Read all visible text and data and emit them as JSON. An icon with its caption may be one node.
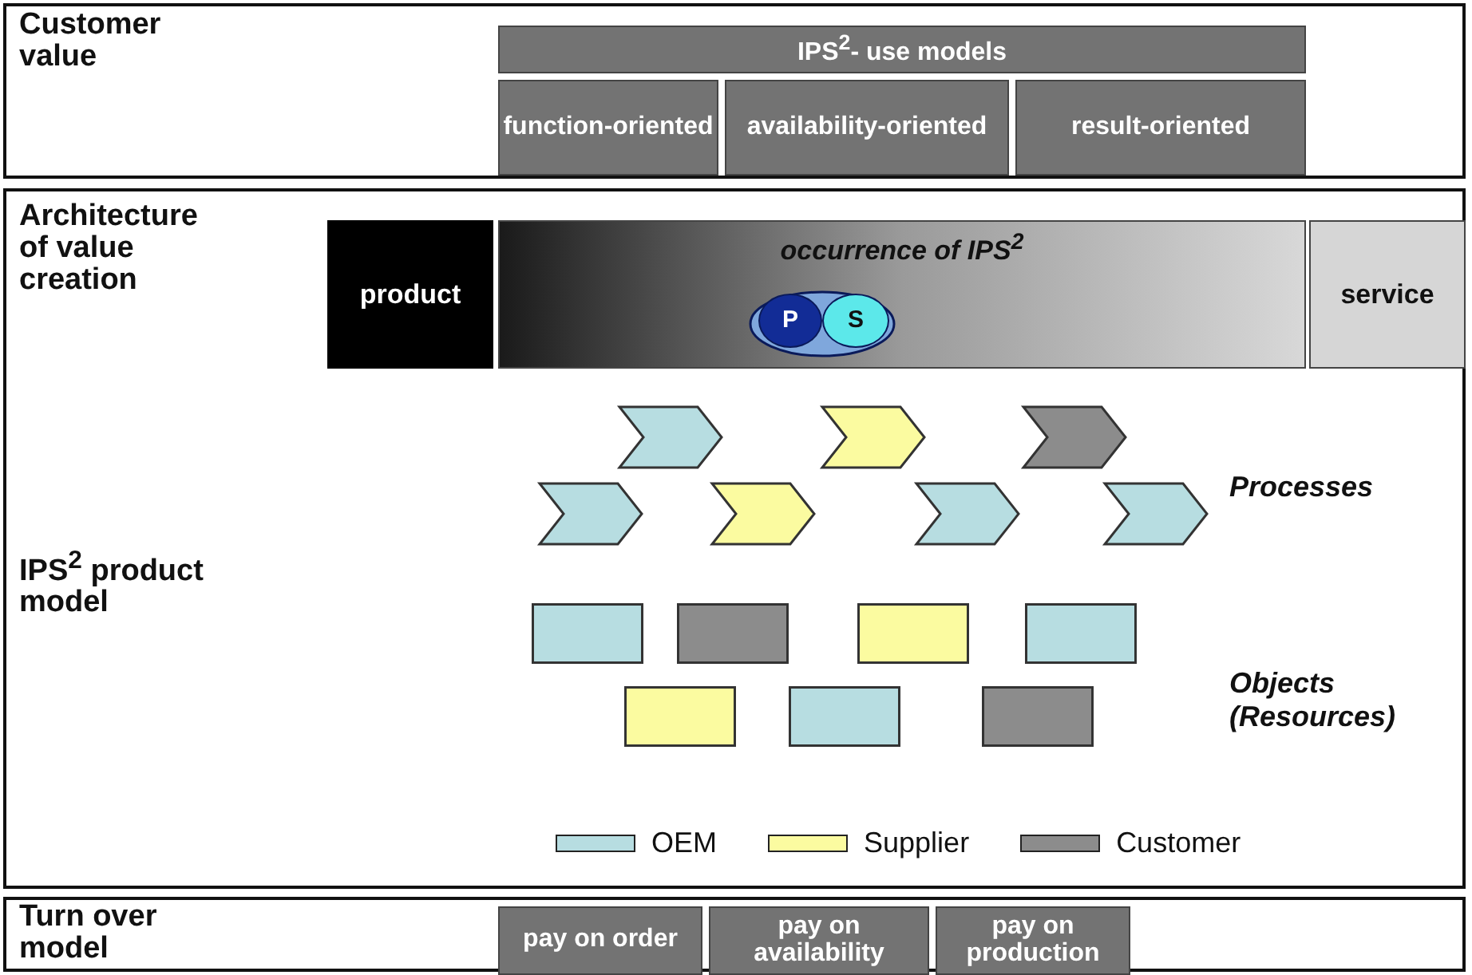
{
  "diagram": {
    "nodes": [
      {
        "text": [
          "Customer value"
        ]
      },
      {
        "text": [
          "IPS$^{2}$- use models"
        ],
        "in": 0
      },
      {
        "text": [
          "function-oriented"
        ],
        "in": 0
      },
      {
        "text": [
          "availability-oriented"
        ],
        "in": 0
      },
      {
        "text": [
          "result-oriented"
        ],
        "in": 0
      },
      {
        "text": [
          "Architecture of value creation",
          "IPS$^{2}$ product model"
        ]
      },
      {
        "text": [
          "product"
        ],
        "in": 5
      },
      {
        "text": [
          "occurrence of IPS$^{2}$"
        ],
        "in": 5
      },
      {
        "text": [
          "P"
        ],
        "in": 7
      },
      {
        "text": [
          "S"
        ],
        "in": 7
      },
      {
        "text": [
          "service"
        ],
        "in": 5
      },
      {
        "text": [],
        "shape": "chevron",
        "in": 5
      },
      {
        "text": [],
        "shape": "chevron",
        "in": 5
      },
      {
        "text": [],
        "shape": "chevron",
        "in": 5
      },
      {
        "text": [],
        "shape": "chevron",
        "in": 5
      },
      {
        "text": [],
        "shape": "chevron",
        "in": 5
      },
      {
        "text": [],
        "shape": "chevron",
        "in": 5
      },
      {
        "text": [],
        "shape": "chevron",
        "in": 5
      },
      {
        "text": [],
        "shape": "box",
        "in": 5
      },
      {
        "text": [],
        "shape": "box",
        "in": 5
      },
      {
        "text": [],
        "shape": "box",
        "in": 5
      },
      {
        "text": [],
        "shape": "box",
        "in": 5
      },
      {
        "text": [],
        "shape": "box",
        "in": 5
      },
      {
        "text": [],
        "shape": "box",
        "in": 5
      },
      {
        "text": [],
        "shape": "box",
        "in": 5
      },
      {
        "text": [
          "Turn over model"
        ]
      },
      {
        "text": [
          "pay on order"
        ],
        "in": 25
      },
      {
        "text": [
          "pay on availability"
        ],
        "in": 25
      },
      {
        "text": [
          "pay on production"
        ],
        "in": 25
      }
    ],
    "labels": [
      "Processes",
      "Objects (Resources)"
    ],
    "legend": [
      {
        "text": "OEM",
        "color": "#b7dde1"
      },
      {
        "text": "Supplier",
        "color": "#fbfba0"
      },
      {
        "text": "Customer",
        "color": "#8c8c8c"
      }
    ]
  }
}
